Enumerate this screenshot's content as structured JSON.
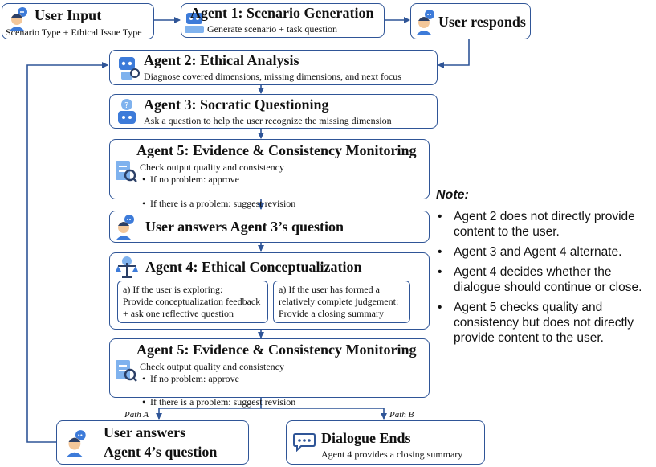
{
  "user_input": {
    "title": "User Input",
    "subtitle": "Scenario Type + Ethical Issue Type"
  },
  "agent1": {
    "title": "Agent 1: Scenario Generation",
    "subtitle": "Generate scenario + task question"
  },
  "user_responds": {
    "title": "User responds"
  },
  "agent2": {
    "title": "Agent 2: Ethical Analysis",
    "subtitle": "Diagnose covered dimensions, missing dimensions, and next focus"
  },
  "agent3": {
    "title": "Agent 3: Socratic Questioning",
    "subtitle": "Ask a question to help the user recognize the missing dimension"
  },
  "agent5_top": {
    "title": "Agent 5: Evidence & Consistency Monitoring",
    "line1": "Check output quality and consistency",
    "bullet1": "If no problem: approve",
    "bullet2": "If there is a problem: suggest revision"
  },
  "user_answers_a3": {
    "title": "User answers Agent 3’s question"
  },
  "agent4": {
    "title": "Agent 4: Ethical Conceptualization",
    "option_a": {
      "l1": "a) If the user is exploring:",
      "l2": "Provide conceptualization feedback",
      "l3": "+ ask one reflective question"
    },
    "option_b": {
      "l1": "a) If the user has formed a",
      "l2": "relatively complete judgement:",
      "l3": "Provide a closing summary"
    }
  },
  "agent5_bottom": {
    "title": "Agent 5: Evidence & Consistency Monitoring",
    "line1": "Check output quality and consistency",
    "bullet1": "If no problem: approve",
    "bullet2": "If there is a problem: suggest revision"
  },
  "paths": {
    "a": "Path A",
    "b": "Path B"
  },
  "user_answers_a4": {
    "line1": "User answers",
    "line2": "Agent 4’s question"
  },
  "dialogue_ends": {
    "title": "Dialogue Ends",
    "subtitle": "Agent 4 provides a closing summary"
  },
  "note": {
    "title": "Note:",
    "items": [
      "Agent 2 does not directly provide content to the user.",
      "Agent 3 and Agent 4 alternate.",
      "Agent 4 decides whether the dialogue should continue or close.",
      "Agent 5 checks quality and consistency but does not directly provide content to the user."
    ]
  },
  "colors": {
    "border": "#2f5597",
    "arrow": "#2f5597",
    "icon_blue": "#3d7bd9",
    "icon_skin": "#f3c79a"
  }
}
